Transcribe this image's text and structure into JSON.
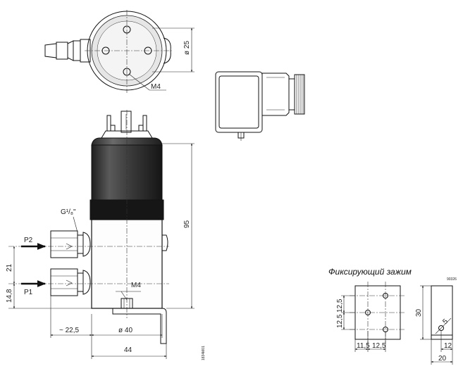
{
  "labels": {
    "top_view_thread": "M4",
    "top_view_diameter": "ø 25",
    "height_total": "95",
    "port_thread": "G¹/₈\"",
    "port_p2": "P2",
    "port_p1": "P1",
    "spacing_ports": "21",
    "height_p1": "14,8",
    "bottom_thread": "M4",
    "offset_left": "~ 22,5",
    "body_diameter": "ø 40",
    "overall_width": "44",
    "drawing_id": "1834M01",
    "bracket_title": "Фиксирующий зажим",
    "bracket_id": "90326",
    "bracket_v1": "12,5",
    "bracket_v2": "12,5",
    "bracket_h1": "11,5",
    "bracket_h2": "12,5",
    "bracket_height": "30",
    "bracket_hole": "5",
    "bracket_offset": "12",
    "bracket_width": "20"
  },
  "colors": {
    "body_fill": "#3a3a3a",
    "body_band": "#1a1a1a",
    "line": "#111111"
  }
}
